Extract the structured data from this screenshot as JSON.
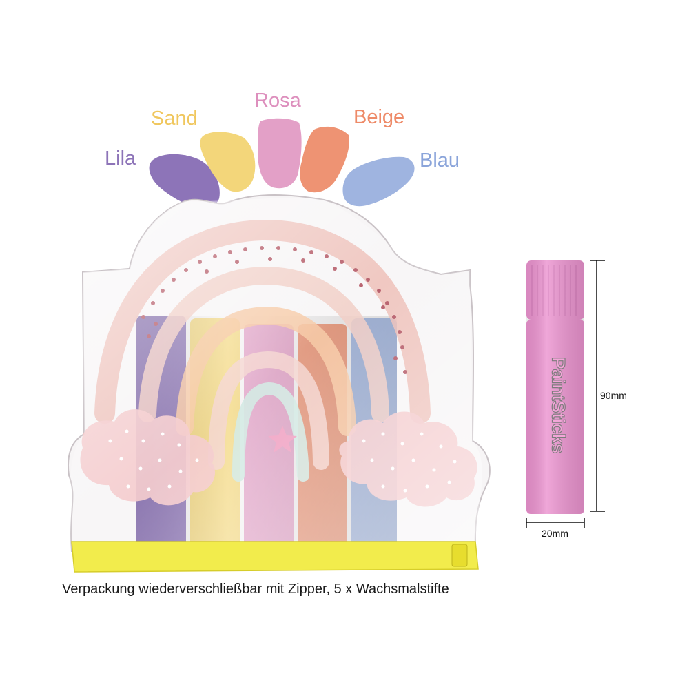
{
  "colors": {
    "lila": "#8d74b8",
    "sand": "#f3d67a",
    "rosa": "#e3a0c7",
    "beige": "#ee9373",
    "blau": "#9fb4e0",
    "zipper": "#f2ec4c",
    "stick": "#ec94d0"
  },
  "color_labels": {
    "lila": "Lila",
    "sand": "Sand",
    "rosa": "Rosa",
    "beige": "Beige",
    "blau": "Blau"
  },
  "caption": "Verpackung wiederverschließbar mit Zipper, 5 x Wachsmalstifte",
  "brand": "PaintSticks",
  "dimensions": {
    "height": "90mm",
    "width": "20mm"
  }
}
